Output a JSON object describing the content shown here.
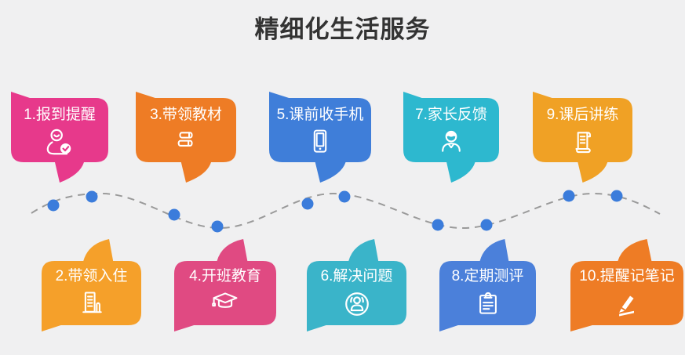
{
  "title": "精细化生活服务",
  "colors": {
    "background": "#f0f0f1",
    "title": "#333333"
  },
  "wave": {
    "line_color": "#9a9a9a",
    "dot_color": "#3b7cdb"
  },
  "bubbles": [
    {
      "label": "1.报到提醒",
      "color": "#e7398b",
      "icon": "person-check-icon",
      "row": "top"
    },
    {
      "label": "2.带领入住",
      "color": "#f5a02a",
      "icon": "building-icon",
      "row": "bottom"
    },
    {
      "label": "3.带领教材",
      "color": "#ee7c25",
      "icon": "books-icon",
      "row": "top"
    },
    {
      "label": "4.开班教育",
      "color": "#e04a82",
      "icon": "graduation-cap-icon",
      "row": "bottom"
    },
    {
      "label": "5.课前收手机",
      "color": "#3f7ed9",
      "icon": "smartphone-icon",
      "row": "top"
    },
    {
      "label": "6.解决问题",
      "color": "#3ab4c9",
      "icon": "support-person-icon",
      "row": "bottom"
    },
    {
      "label": "7.家长反馈",
      "color": "#2db8cf",
      "icon": "parent-icon",
      "row": "top"
    },
    {
      "label": "8.定期测评",
      "color": "#4b80da",
      "icon": "clipboard-icon",
      "row": "bottom"
    },
    {
      "label": "9.课后讲练",
      "color": "#f0a125",
      "icon": "scroll-icon",
      "row": "top"
    },
    {
      "label": "10.提醒记笔记",
      "color": "#ee7c25",
      "icon": "pencil-icon",
      "row": "bottom"
    }
  ]
}
